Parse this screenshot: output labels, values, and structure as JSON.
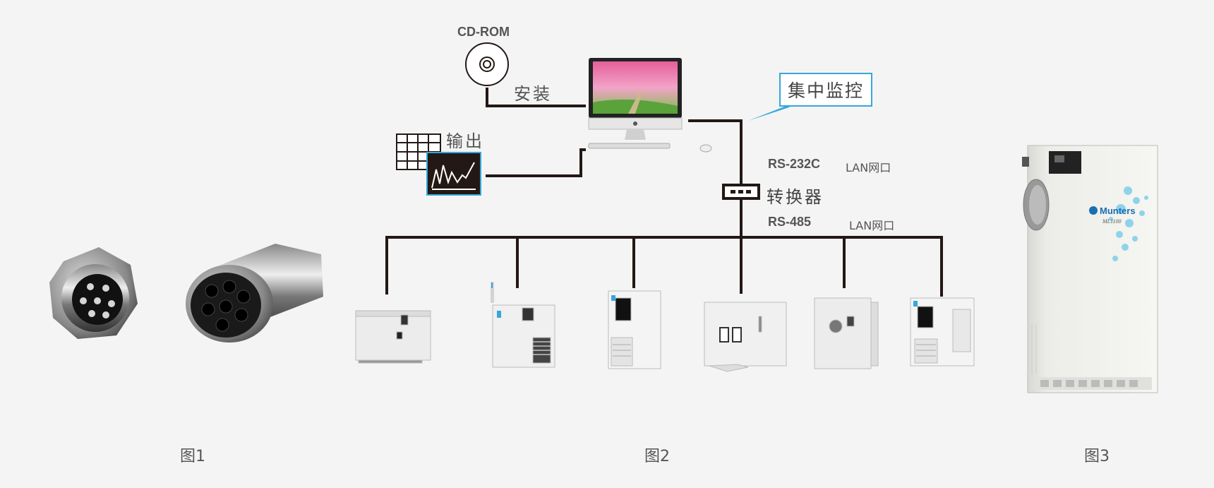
{
  "labels": {
    "cdrom": "CD-ROM",
    "install": "安装",
    "output": "输出",
    "central_monitoring": "集中监控",
    "rs232": "RS-232C",
    "lan_port_top": "LAN网口",
    "converter": "转换器",
    "rs485": "RS-485",
    "lan_port_bottom": "LAN网口"
  },
  "captions": {
    "fig1": "图1",
    "fig2": "图2",
    "fig3": "图3"
  },
  "brand": {
    "name": "Munters",
    "model": "ML1100"
  },
  "colors": {
    "wire": "#231815",
    "callout_border": "#35a7dc",
    "background": "#f4f4f4"
  }
}
